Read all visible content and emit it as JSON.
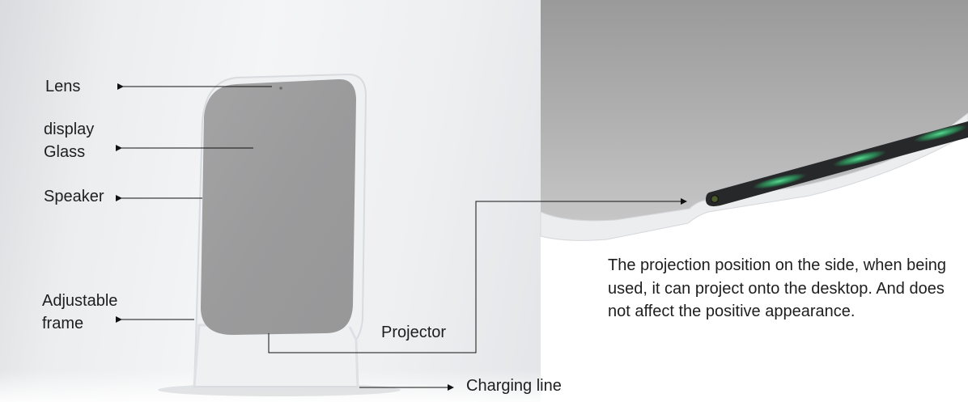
{
  "labels": {
    "lens": "Lens",
    "display_glass": "display\nGlass",
    "speaker": "Speaker",
    "adjustable_frame": "Adjustable\nframe",
    "projector": "Projector",
    "charging_line": "Charging line"
  },
  "description": "The projection position on the side, when being used, it can project onto the desktop. And does not affect the positive appearance.",
  "colors": {
    "glass": "#9c9c9d",
    "frame": "#e9ebee",
    "projector_glow": "#3fd17e",
    "leader_line": "#111111"
  }
}
